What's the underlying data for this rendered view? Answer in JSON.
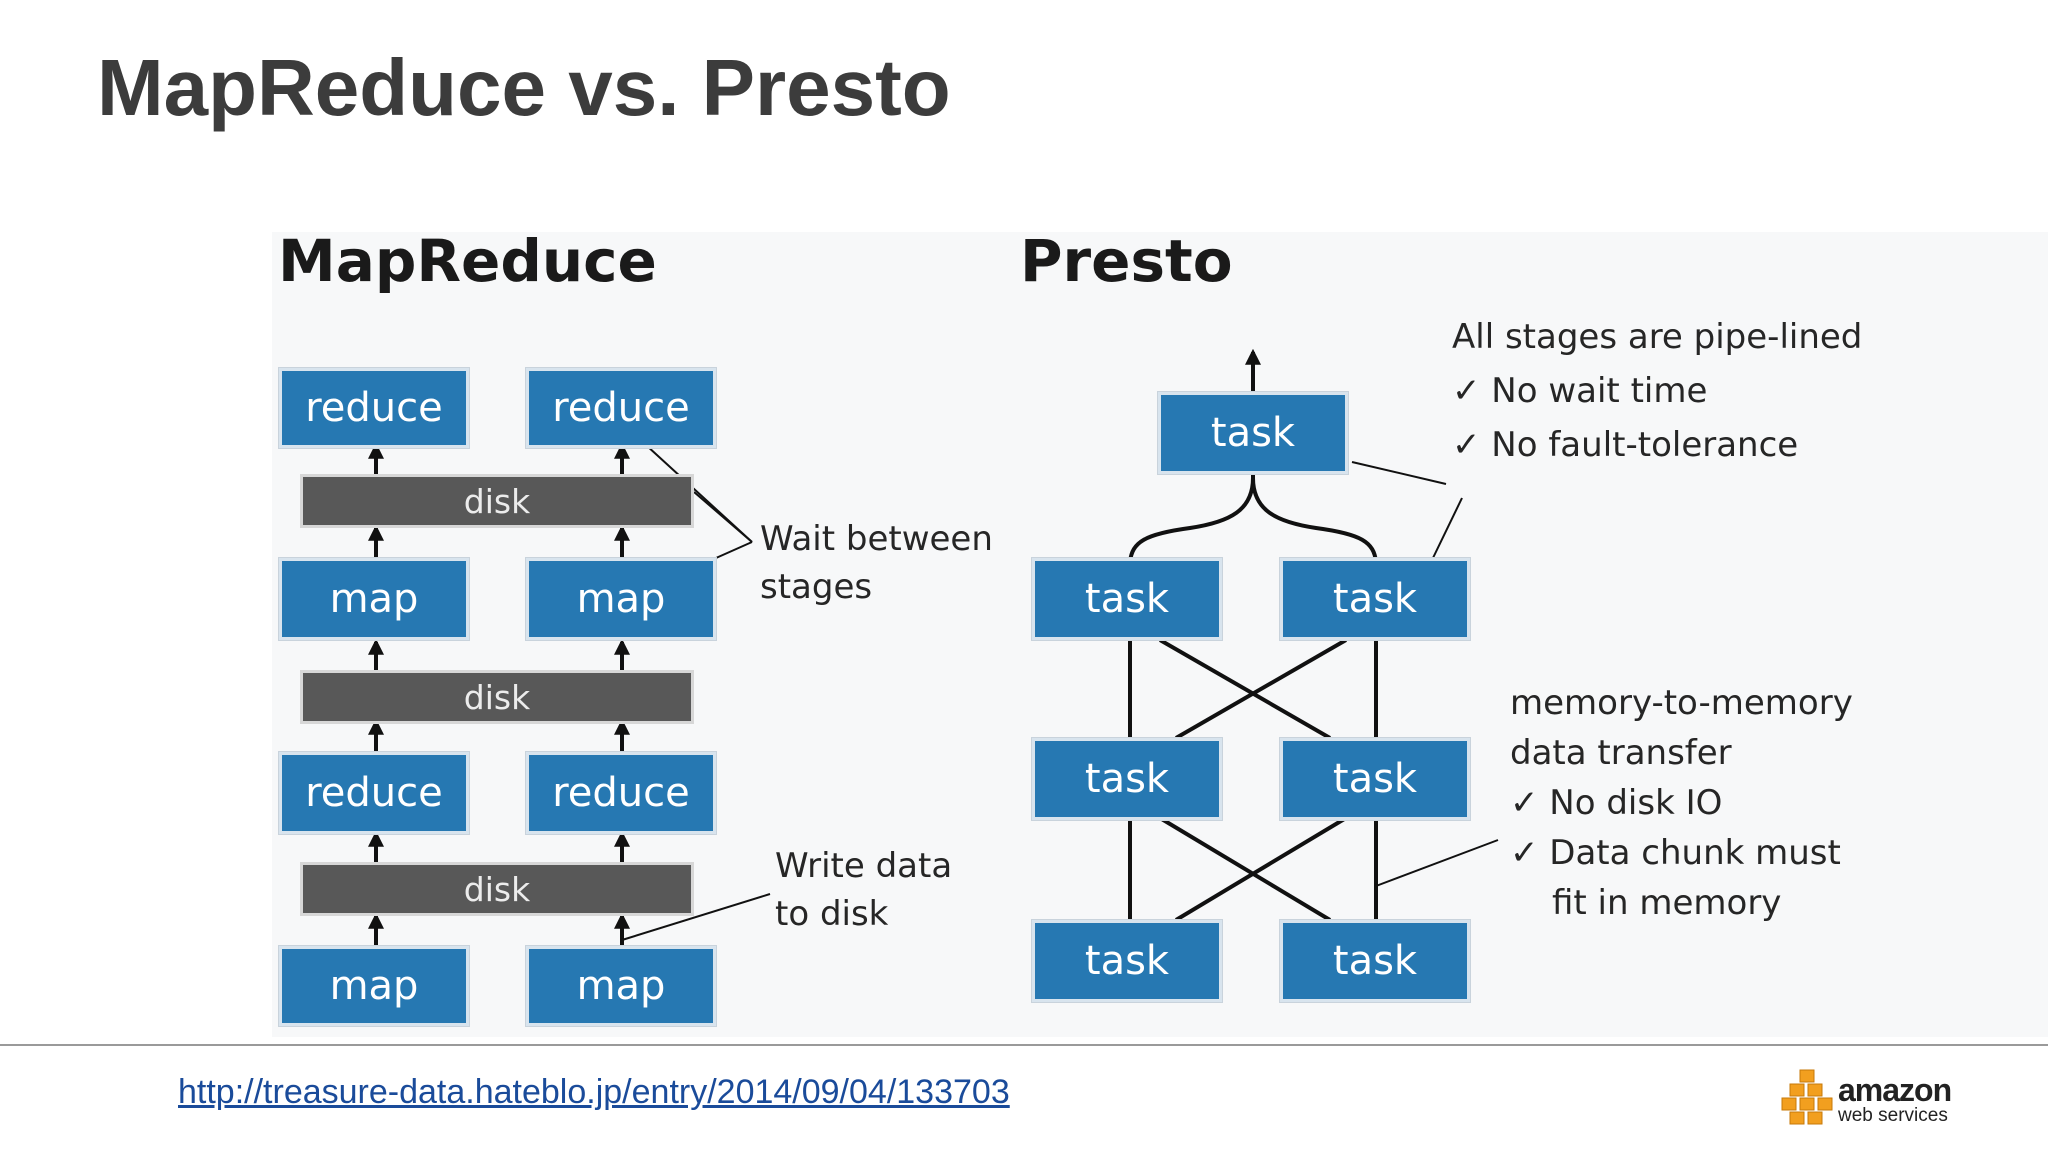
{
  "slide": {
    "title": "MapReduce vs. Presto",
    "source_link": "http://treasure-data.hateblo.jp/entry/2014/09/04/133703"
  },
  "mapreduce": {
    "heading": "MapReduce",
    "rows": [
      {
        "label": "reduce"
      },
      {
        "label": "map"
      },
      {
        "label": "reduce"
      },
      {
        "label": "map"
      }
    ],
    "disk_label": "disk",
    "annotations": {
      "wait": [
        "Wait between",
        "stages"
      ],
      "write": [
        "Write data",
        "to disk"
      ]
    }
  },
  "presto": {
    "heading": "Presto",
    "task_label": "task",
    "annotations": {
      "pipelined": [
        "All stages are pipe-lined",
        "✓ No wait time",
        "✓ No fault-tolerance"
      ],
      "memory": [
        "memory-to-memory",
        "data transfer",
        "✓ No disk IO",
        "✓ Data chunk must",
        "fit in memory"
      ]
    }
  },
  "logo": {
    "word": "amazon",
    "sub": "web services"
  },
  "colors": {
    "task_box": "#2678b2",
    "disk_bar": "#585858",
    "title_text": "#3c3c3c",
    "link": "#1a4b9a",
    "logo_orange": "#f29f1f"
  }
}
